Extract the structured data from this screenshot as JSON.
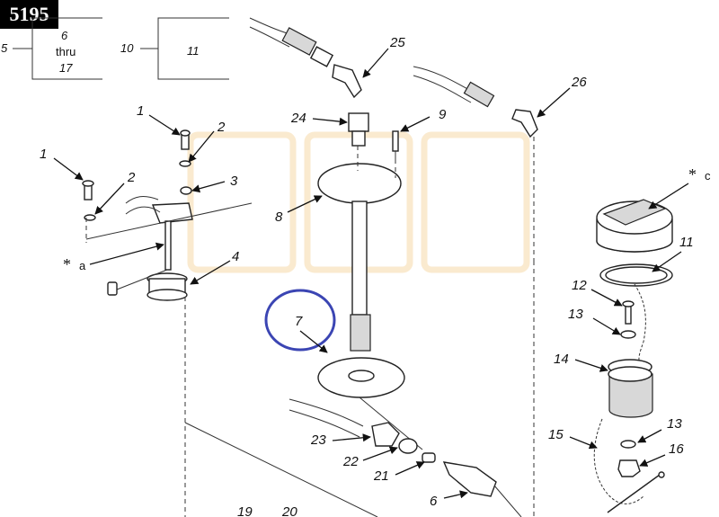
{
  "page_id": "5195",
  "header": {
    "group_a": {
      "ref": "5",
      "top": "6",
      "mid": "thru",
      "bottom": "17"
    },
    "group_b": {
      "ref": "10",
      "value": "11"
    }
  },
  "callouts": {
    "c1a": "1",
    "c2a": "2",
    "c1b": "1",
    "c2b": "2",
    "c3": "3",
    "c4": "4",
    "ca": "a",
    "c8": "8",
    "c24": "24",
    "c9": "9",
    "c25": "25",
    "c26": "26",
    "cc": "c",
    "c11": "11",
    "c12": "12",
    "c13a": "13",
    "c14": "14",
    "c13b": "13",
    "c15": "15",
    "c16": "16",
    "c7": "7",
    "c23": "23",
    "c22": "22",
    "c21": "21",
    "c6": "6",
    "c19": "19",
    "c20": "20"
  },
  "reference_mark": "*",
  "colors": {
    "highlight_circle": "#3b45b3",
    "watermark": "#f6d9a8",
    "line": "#222222"
  }
}
